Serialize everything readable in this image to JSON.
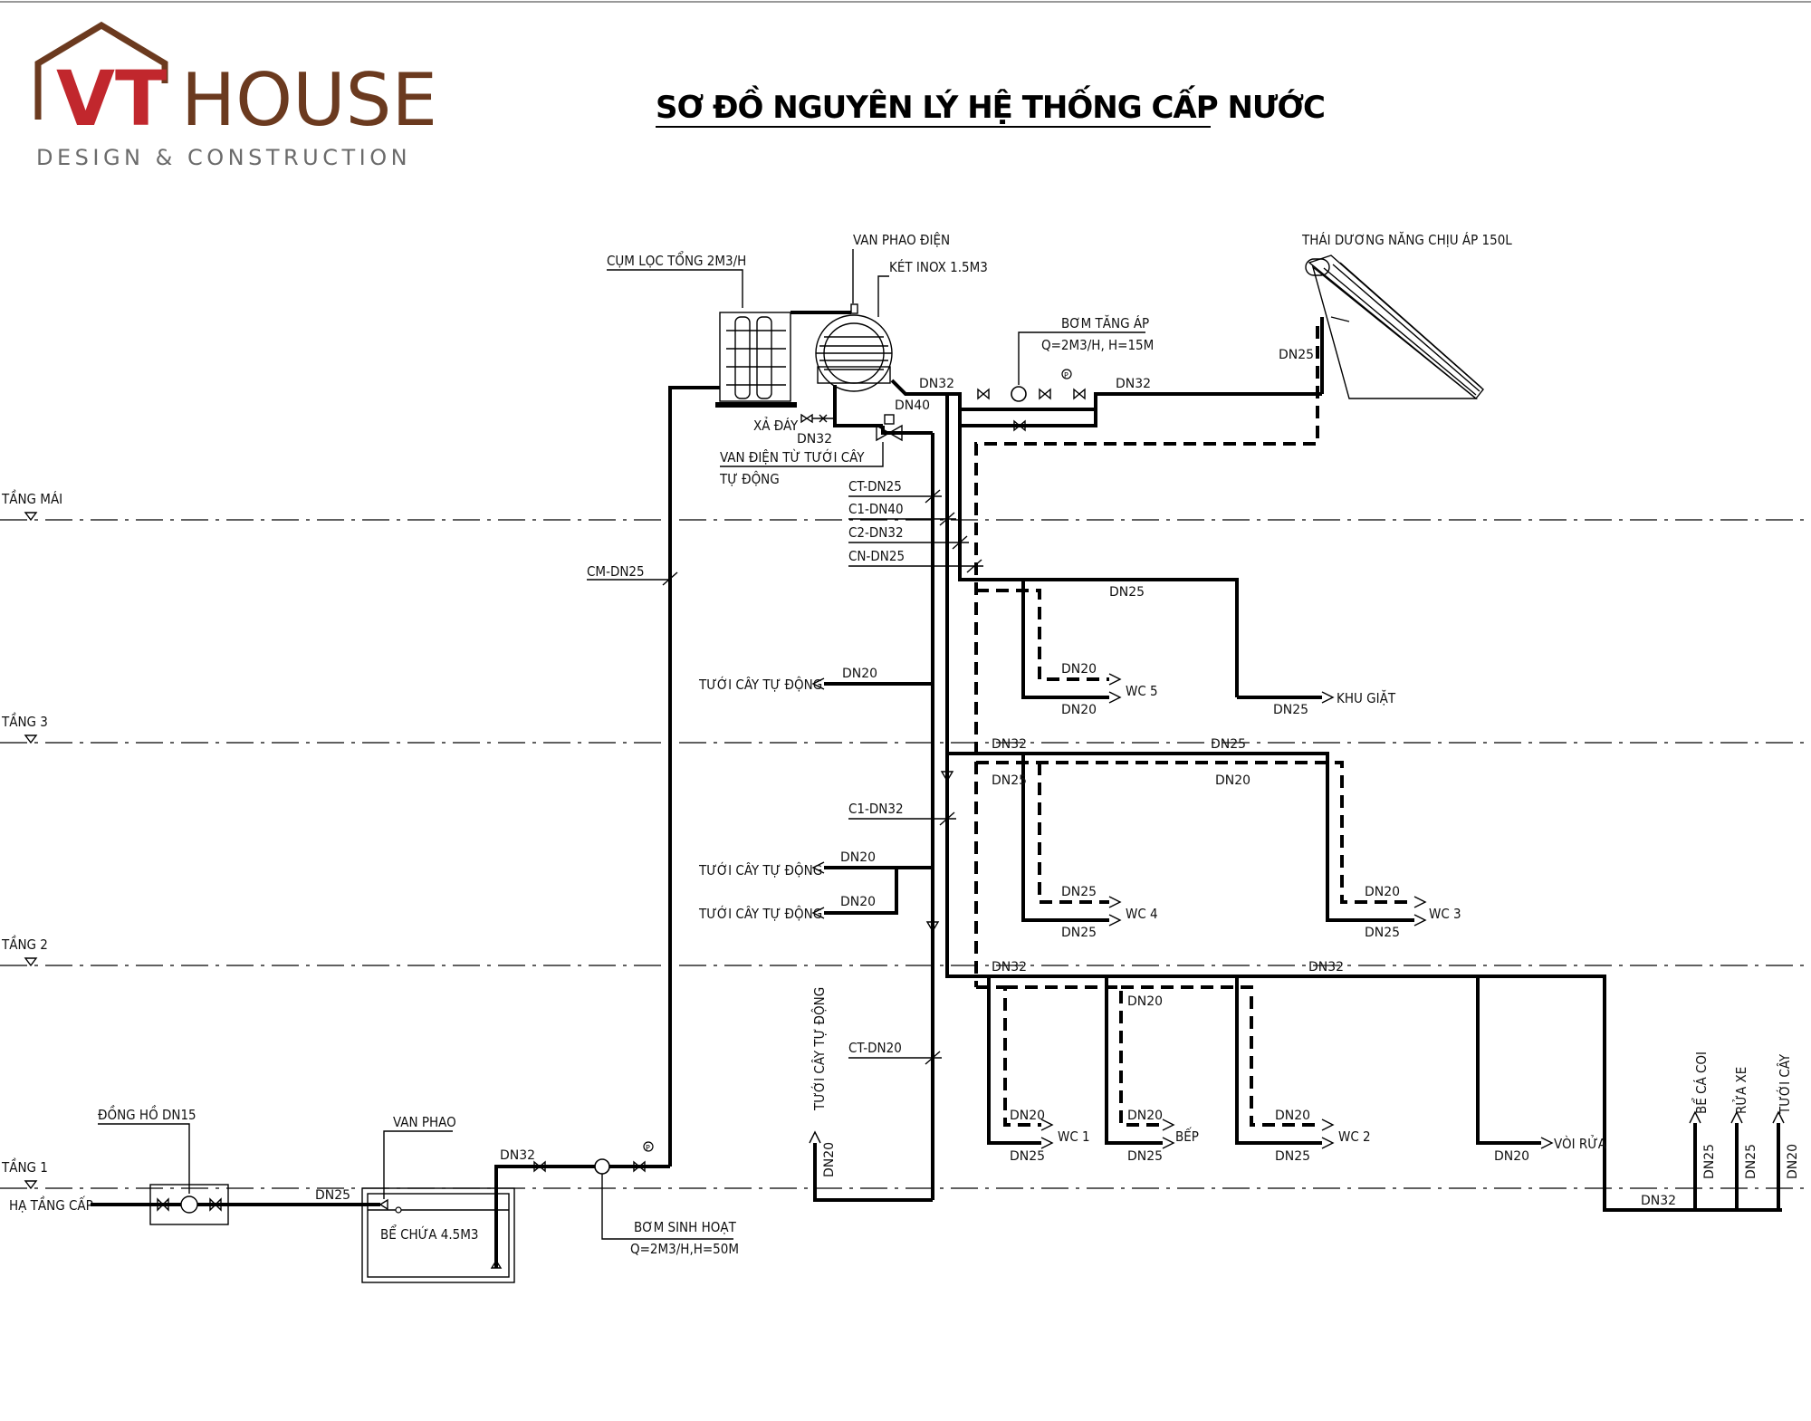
{
  "logo": {
    "brand_vt": "VT",
    "brand_house": "HOUSE",
    "tagline": "DESIGN & CONSTRUCTION",
    "colors": {
      "vt": "#c1272d",
      "house": "#6b3a1f",
      "roof": "#6b3a1f",
      "tagline": "#6b6b6b"
    }
  },
  "title": "SƠ ĐỒ NGUYÊN LÝ HỆ THỐNG CẤP NƯỚC",
  "levels": [
    "TẦNG MÁI",
    "TẦNG 3",
    "TẦNG 2",
    "TẦNG 1"
  ],
  "equipment": {
    "filter": "CỤM LỌC TỔNG 2M3/H",
    "float_valve_elec": "VAN PHAO ĐIỆN",
    "tank": "KÉT INOX 1.5M3",
    "booster_pump_1": "BƠM TĂNG ÁP",
    "booster_pump_2": "Q=2M3/H, H=15M",
    "solar": "THÁI DƯƠNG NĂNG CHỊU ÁP 150L",
    "drain": "XẢ ĐÁY",
    "solenoid_1": "VAN ĐIỆN TỪ TƯỚI CÂY",
    "solenoid_2": "TỰ ĐỘNG",
    "meter": "ĐỒNG HỒ DN15",
    "float_valve": "VAN PHAO",
    "infra": "HẠ TẦNG CẤP",
    "cistern": "BỂ CHỨA 4.5M3",
    "domestic_pump_1": "BƠM SINH HOẠT",
    "domestic_pump_2": "Q=2M3/H,H=50M"
  },
  "risers": {
    "ct_dn25": "CT-DN25",
    "c1_dn40": "C1-DN40",
    "c2_dn32": "C2-DN32",
    "cn_dn25": "CN-DN25",
    "cm_dn25": "CM-DN25",
    "c1_dn32": "C1-DN32",
    "ct_dn20": "CT-DN20"
  },
  "pipe_sizes": {
    "dn15": "DN15",
    "dn20": "DN20",
    "dn25": "DN25",
    "dn32": "DN32",
    "dn40": "DN40"
  },
  "fixtures": {
    "irrigation": "TƯỚI CÂY TỰ ĐỘNG",
    "wc5": "WC 5",
    "laundry": "KHU GIẶT",
    "wc4": "WC 4",
    "wc3": "WC 3",
    "wc1": "WC 1",
    "kitchen": "BẾP",
    "wc2": "WC 2",
    "faucet": "VÒI RỬA",
    "fish_pond": "BỂ CÁ COI",
    "car_wash": "RỬA XE",
    "watering": "TƯỚI CÂY"
  },
  "valve_marks": {
    "pressure_gauge": "P"
  }
}
